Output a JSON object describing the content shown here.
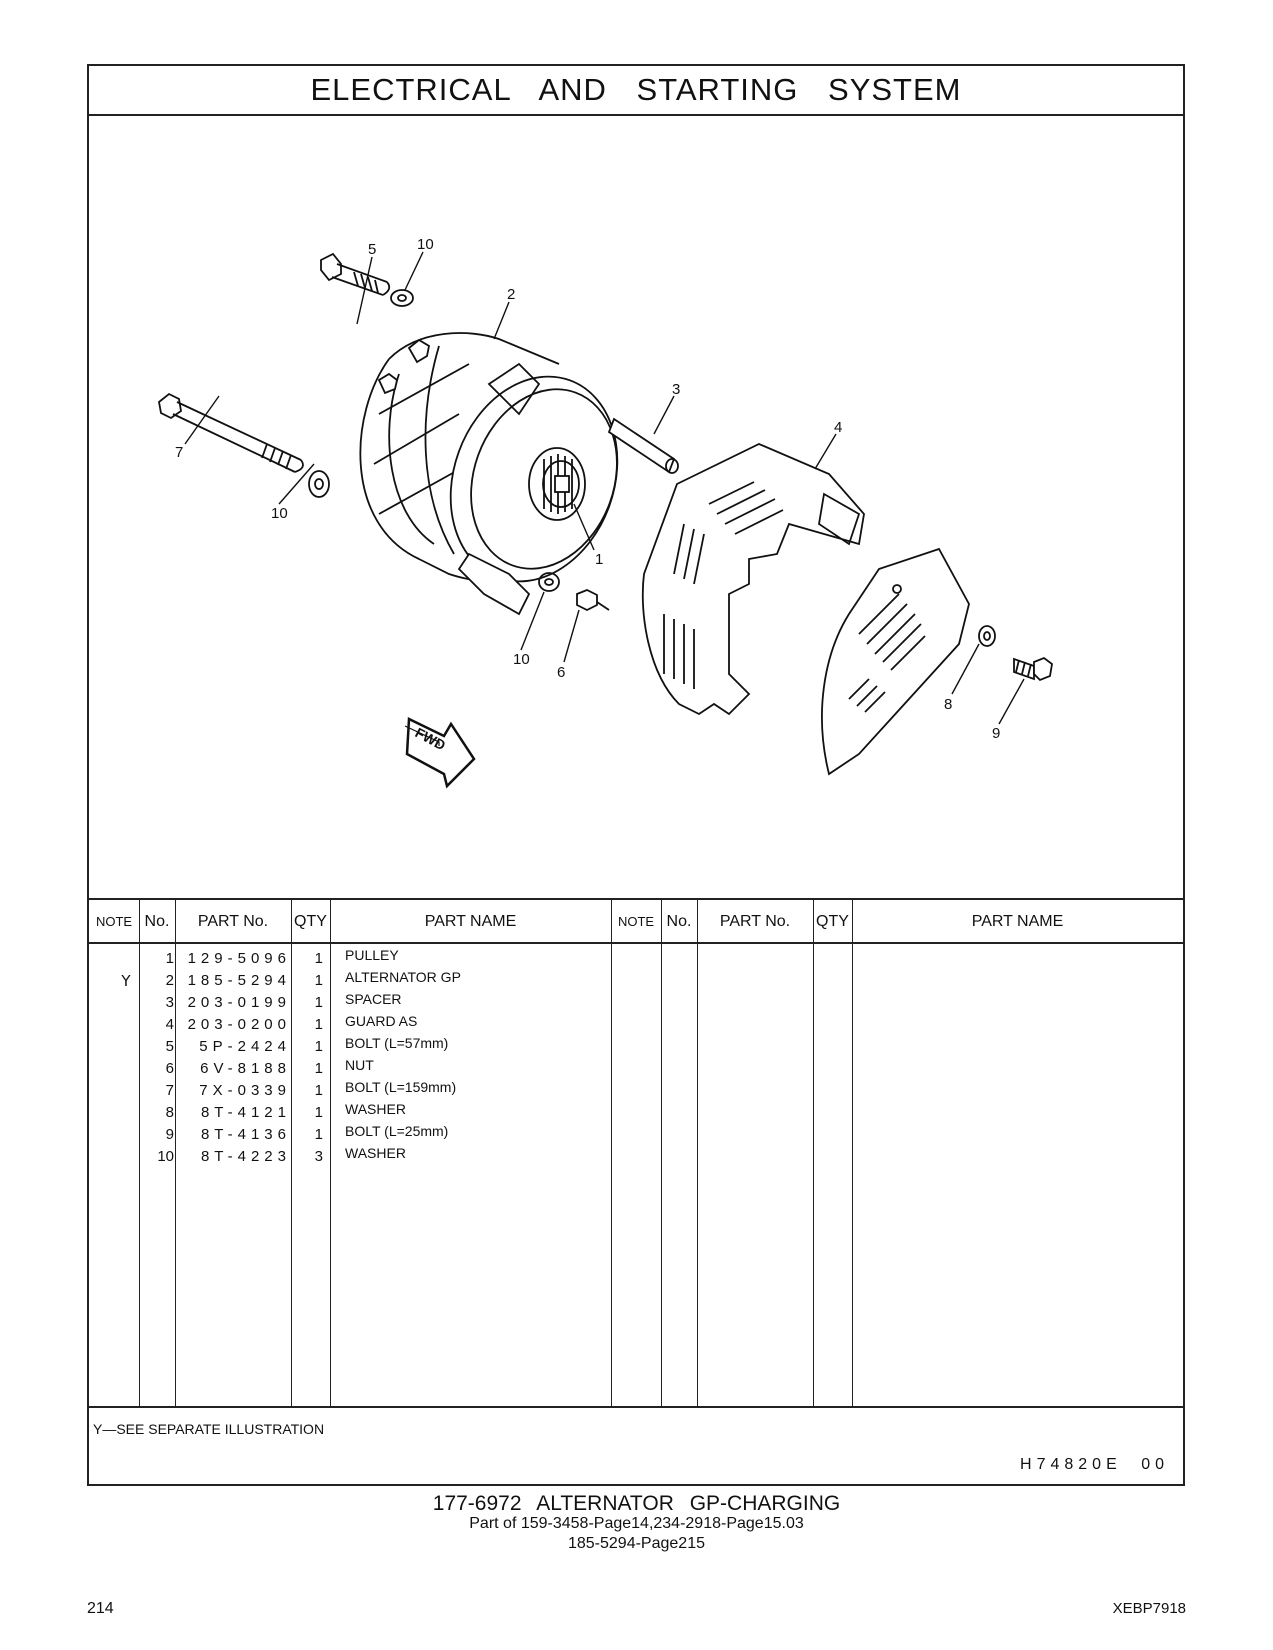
{
  "title": "ELECTRICAL   AND   STARTING   SYSTEM",
  "illustration": {
    "callouts": [
      "5",
      "10",
      "2",
      "3",
      "4",
      "7",
      "10",
      "1",
      "10",
      "6",
      "8",
      "9"
    ],
    "fwd_label": "FWD"
  },
  "table": {
    "headers": {
      "note": "NOTE",
      "no": "No.",
      "part_no": "PART No.",
      "qty": "QTY",
      "part_name": "PART NAME",
      "note2": "NOTE",
      "no2": "No.",
      "part_no2": "PART No.",
      "qty2": "QTY",
      "part_name2": "PART NAME"
    },
    "rows": [
      {
        "note": "",
        "no": "1",
        "part_no": "129-5096",
        "qty": "1",
        "name": "PULLEY"
      },
      {
        "note": "Y",
        "no": "2",
        "part_no": "185-5294",
        "qty": "1",
        "name": "ALTERNATOR  GP"
      },
      {
        "note": "",
        "no": "3",
        "part_no": "203-0199",
        "qty": "1",
        "name": "SPACER"
      },
      {
        "note": "",
        "no": "4",
        "part_no": "203-0200",
        "qty": "1",
        "name": "GUARD  AS"
      },
      {
        "note": "",
        "no": "5",
        "part_no": "5P-2424",
        "qty": "1",
        "name": "BOLT (L=57mm)"
      },
      {
        "note": "",
        "no": "6",
        "part_no": "6V-8188",
        "qty": "1",
        "name": "NUT"
      },
      {
        "note": "",
        "no": "7",
        "part_no": "7X-0339",
        "qty": "1",
        "name": "BOLT (L=159mm)"
      },
      {
        "note": "",
        "no": "8",
        "part_no": "8T-4121",
        "qty": "1",
        "name": "WASHER"
      },
      {
        "note": "",
        "no": "9",
        "part_no": "8T-4136",
        "qty": "1",
        "name": "BOLT (L=25mm)"
      },
      {
        "note": "",
        "no": "10",
        "part_no": "8T-4223",
        "qty": "3",
        "name": "WASHER"
      }
    ]
  },
  "footnote": "Y—SEE  SEPARATE  ILLUSTRATION",
  "illustration_code": "H74820E   00",
  "caption": {
    "line1": "177-6972   ALTERNATOR  GP-CHARGING",
    "line2": "Part of 159-3458-Page14,234-2918-Page15.03",
    "line3": "185-5294-Page215"
  },
  "page_number": "214",
  "doc_code": "XEBP7918"
}
